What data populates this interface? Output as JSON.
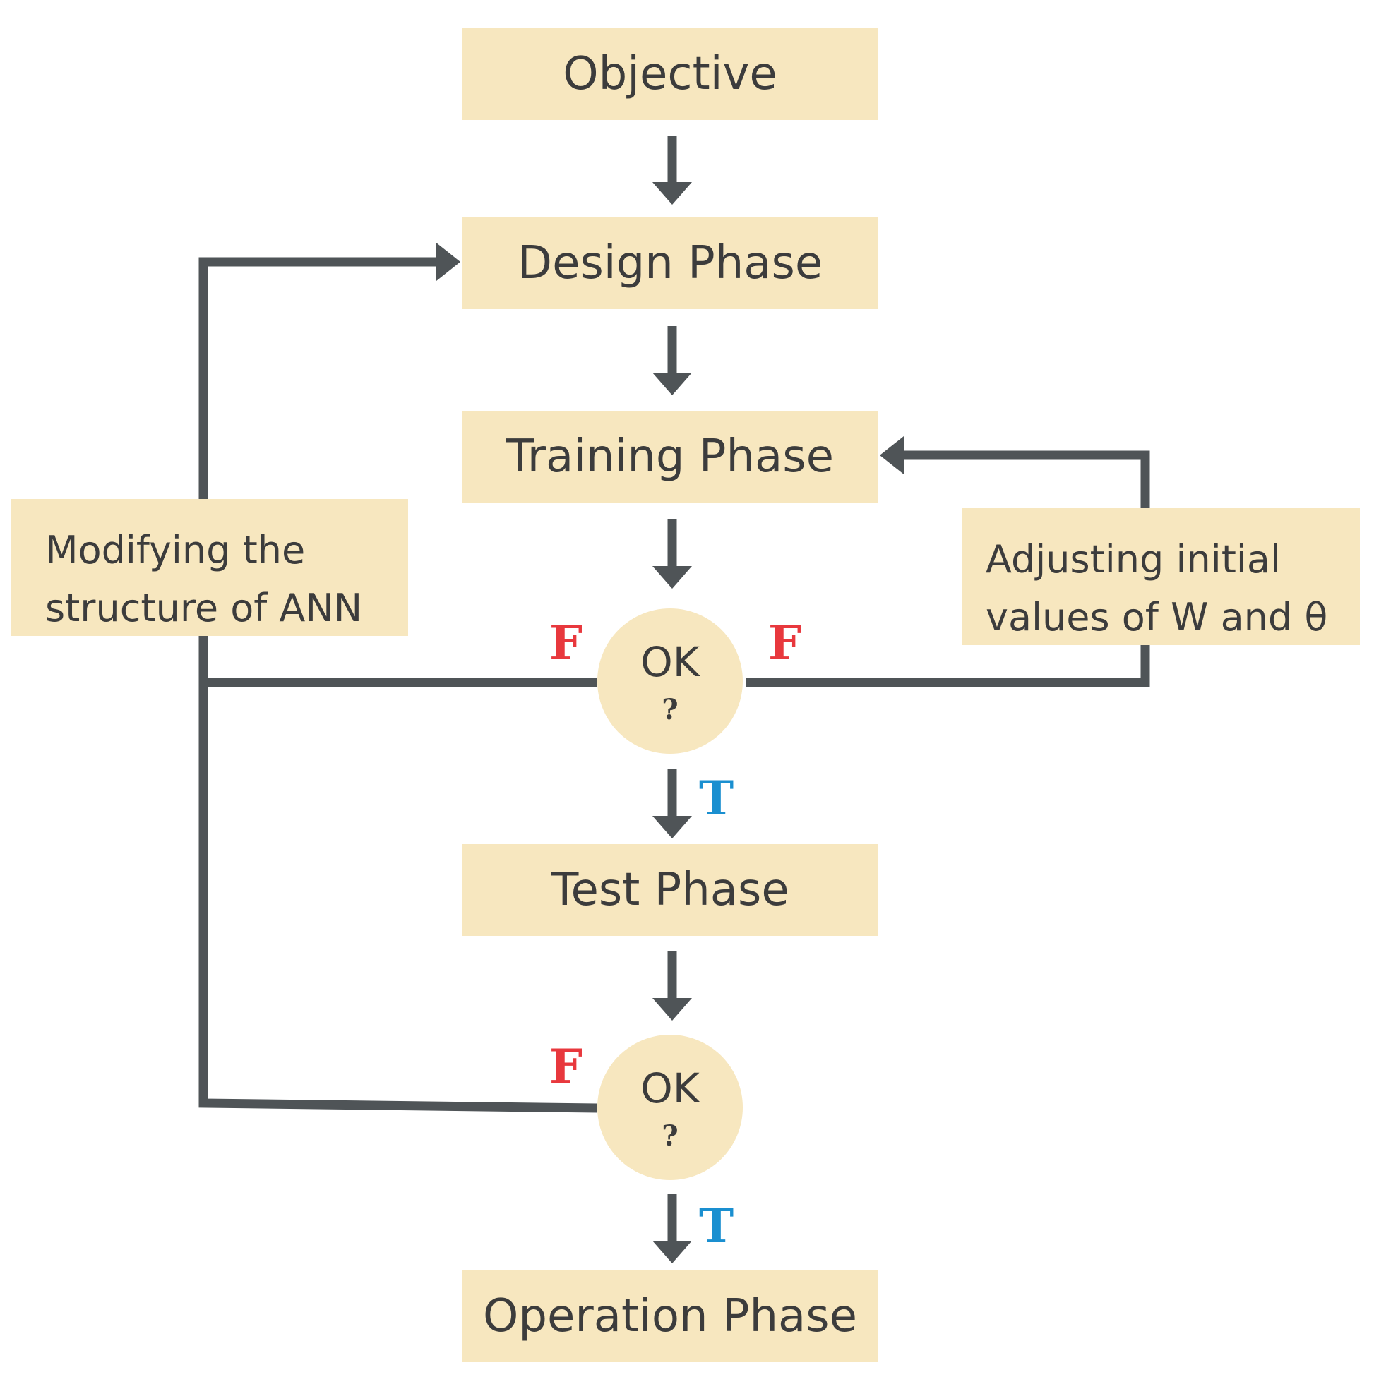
{
  "nodes": {
    "objective": "Objective",
    "design": "Design Phase",
    "training": "Training Phase",
    "test": "Test Phase",
    "operation": "Operation Phase"
  },
  "decisions": [
    {
      "label": "OK",
      "mark": "?"
    },
    {
      "label": "OK",
      "mark": "?"
    }
  ],
  "notes": {
    "modify_structure": [
      "Modifying the",
      "structure of ANN"
    ],
    "adjust_initial": [
      "Adjusting initial",
      "values of W and θ"
    ]
  },
  "flags": {
    "false_label": "F",
    "true_label": "T"
  },
  "colors": {
    "box_fill": "#f7e7bf",
    "line": "#4f5457",
    "text": "#3c3c3c",
    "false": "#e8383d",
    "true": "#1a8fd0"
  }
}
